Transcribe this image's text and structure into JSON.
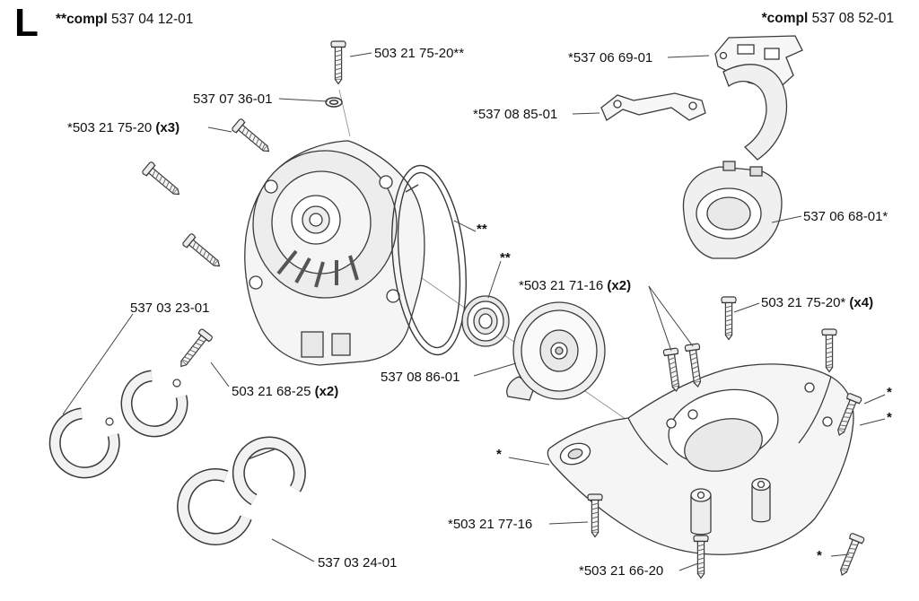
{
  "page": {
    "section_letter": "L"
  },
  "colors": {
    "line": "#3a3a3a",
    "text": "#111111",
    "background": "#ffffff"
  },
  "assembly_refs": {
    "left": {
      "bold": "**compl",
      "number": " 537 04 12-01"
    },
    "right": {
      "bold": "*compl",
      "number": " 537 08 52-01"
    }
  },
  "labels": [
    {
      "pre": "",
      "text": "503 21 75-20**",
      "post": ""
    },
    {
      "pre": "",
      "text": "537 07 36-01",
      "post": ""
    },
    {
      "pre": "",
      "text": "*503 21 75-20 ",
      "post": "(x3)"
    },
    {
      "pre": "",
      "text": "*537 06 69-01",
      "post": ""
    },
    {
      "pre": "",
      "text": "*537 08 85-01",
      "post": ""
    },
    {
      "pre": "",
      "text": "537 06 68-01*",
      "post": ""
    },
    {
      "pre": "",
      "text": "537 03 23-01",
      "post": ""
    },
    {
      "pre": "",
      "text": "503 21 68-25 ",
      "post": "(x2)"
    },
    {
      "pre": "",
      "text": "*503 21 71-16 ",
      "post": "(x2)"
    },
    {
      "pre": "",
      "text": "503 21 75-20* ",
      "post": "(x4)"
    },
    {
      "pre": "",
      "text": "537 08 86-01",
      "post": ""
    },
    {
      "pre": "",
      "text": "*503 21 77-16",
      "post": ""
    },
    {
      "pre": "",
      "text": "*503 21 66-20",
      "post": ""
    },
    {
      "pre": "",
      "text": "537 03 24-01",
      "post": ""
    }
  ],
  "markers": [
    {
      "text": "**"
    },
    {
      "text": "**"
    },
    {
      "text": "*"
    },
    {
      "text": "*"
    },
    {
      "text": "*"
    },
    {
      "text": "*"
    }
  ]
}
